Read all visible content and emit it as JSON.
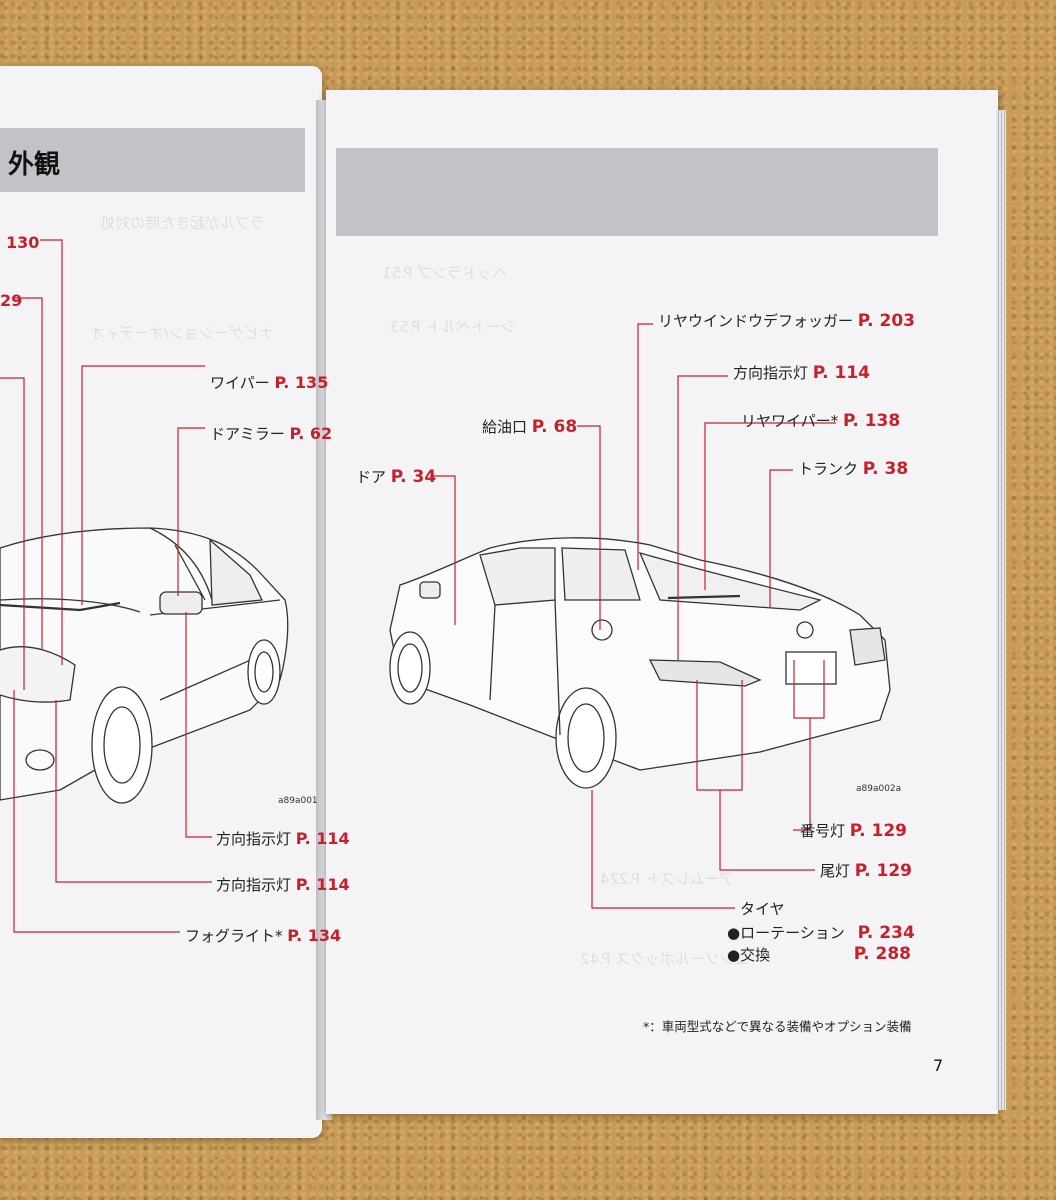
{
  "left_page": {
    "title": "外観",
    "labels": {
      "wiper": {
        "name": "ワイパー",
        "page": "P. 135"
      },
      "door_mirror": {
        "name": "ドアミラー",
        "page": "P. 62"
      },
      "turn_signal_1": {
        "name": "方向指示灯",
        "page": "P. 114"
      },
      "turn_signal_2": {
        "name": "方向指示灯",
        "page": "P. 114"
      },
      "fog_light": {
        "name": "フォグライト*",
        "page": "P. 134"
      },
      "top_ref_1": "130",
      "top_ref_2": "29"
    },
    "image_code": "a89a001"
  },
  "right_page": {
    "labels": {
      "rear_defogger": {
        "name": "リヤウインドウデフォッガー",
        "page": "P. 203"
      },
      "turn_signal": {
        "name": "方向指示灯",
        "page": "P. 114"
      },
      "rear_wiper": {
        "name": "リヤワイパー*",
        "page": "P. 138"
      },
      "fuel_inlet": {
        "name": "給油口",
        "page": "P. 68"
      },
      "trunk": {
        "name": "トランク",
        "page": "P. 38"
      },
      "door": {
        "name": "ドア",
        "page": "P. 34"
      },
      "license_light": {
        "name": "番号灯",
        "page": "P. 129"
      },
      "tail_light": {
        "name": "尾灯",
        "page": "P. 129"
      },
      "tire": {
        "name": "タイヤ"
      },
      "tire_rotation": {
        "name": "●ローテーション",
        "page": "P. 234"
      },
      "tire_replace": {
        "name": "●交換",
        "page": "P. 288"
      }
    },
    "image_code": "a89a002a",
    "footnote": "*：車両型式などで異なる装備やオプション装備",
    "page_number": "7"
  },
  "colors": {
    "accent_red": "#c8202a",
    "band_gray": "#c2c3c8",
    "paper": "#f4f4f6",
    "cork": "#c89b58"
  }
}
